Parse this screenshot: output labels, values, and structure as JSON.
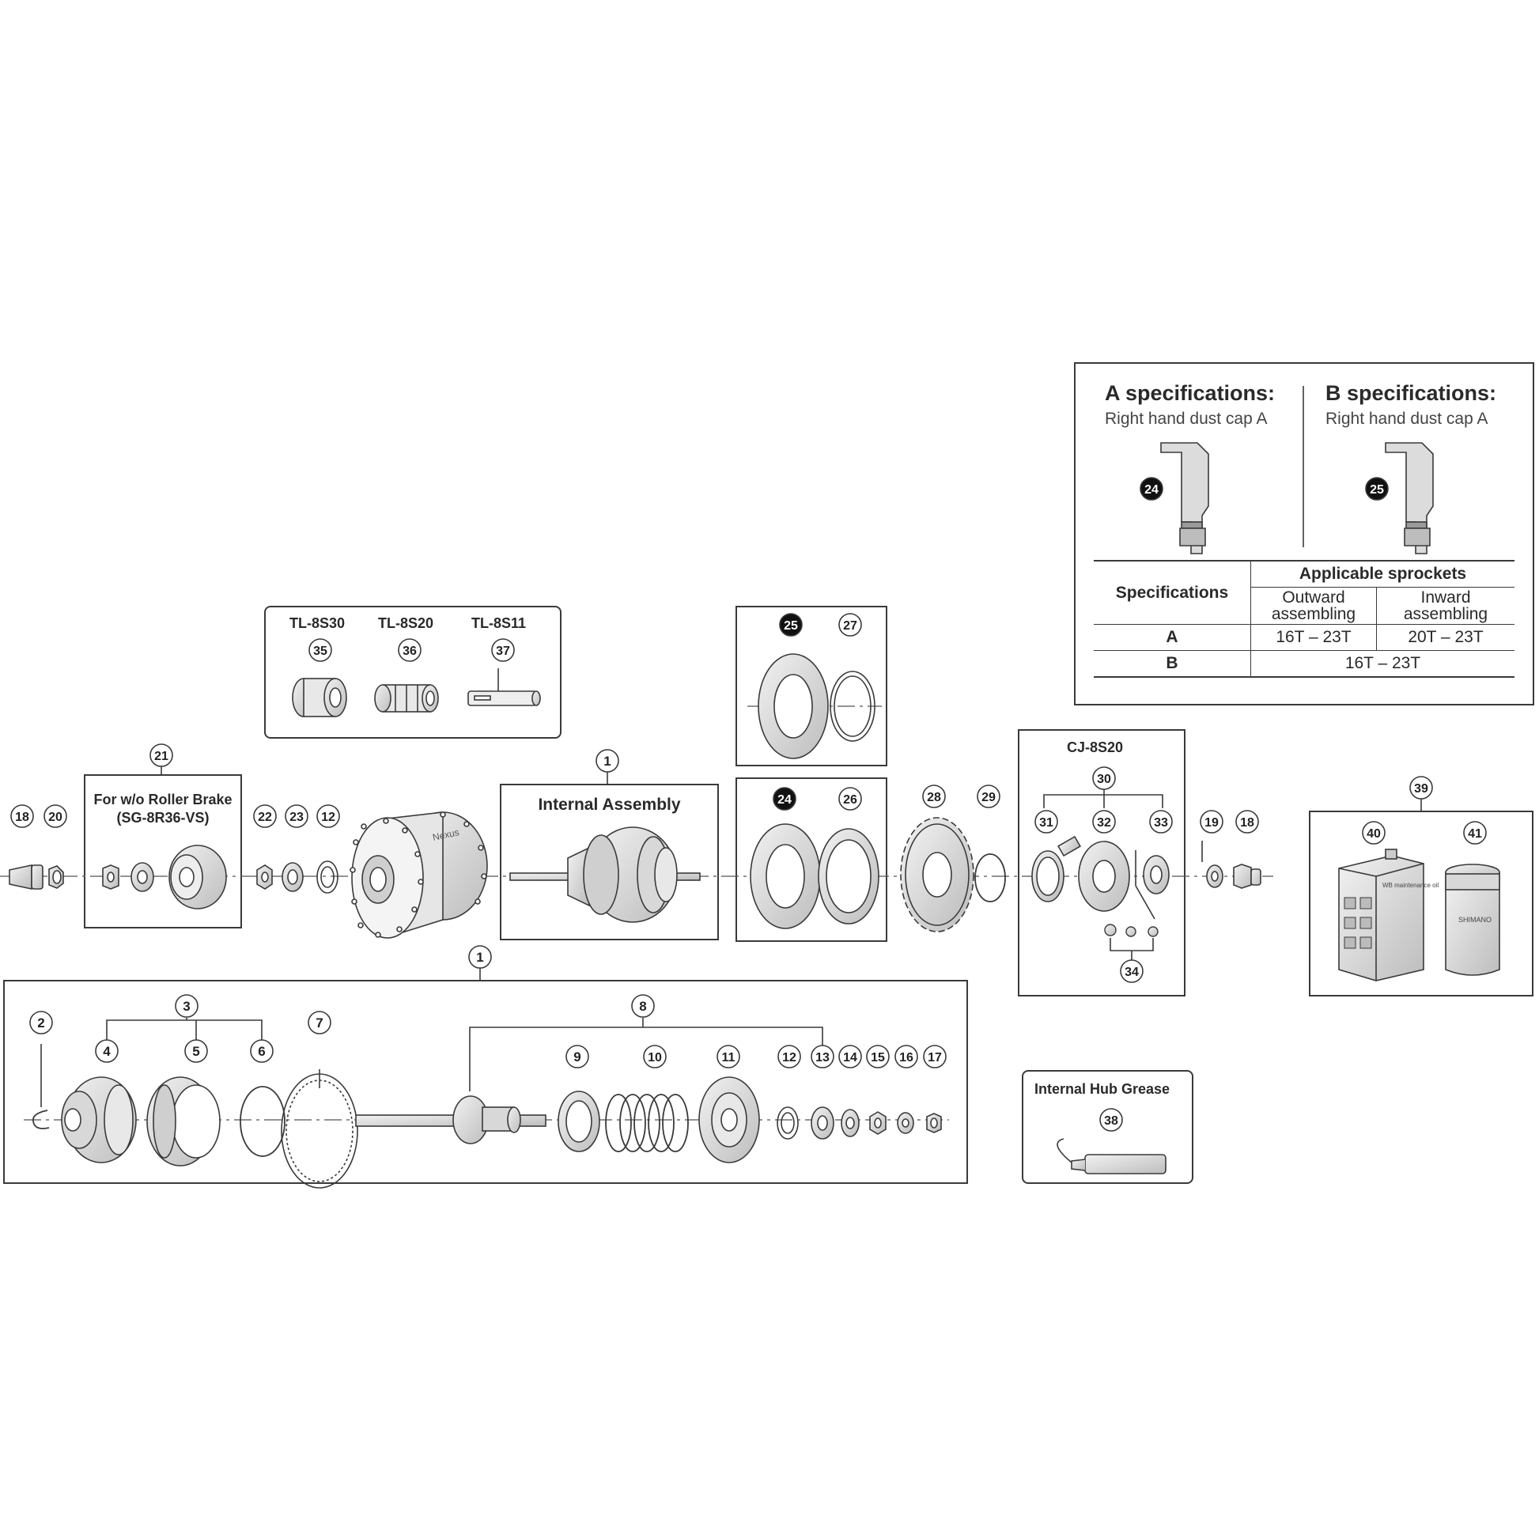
{
  "labels": {
    "roller_brake_line1": "For w/o Roller Brake",
    "roller_brake_line2": "(SG-8R36-VS)",
    "internal_assembly": "Internal Assembly",
    "tool_35": "TL-8S30",
    "tool_36": "TL-8S20",
    "tool_37": "TL-8S11",
    "chain_case": "CJ-8S20",
    "grease": "Internal Hub Grease",
    "hub_logo": "Nexus",
    "oil_can_label": "WB maintenance oil",
    "jar_label": "SHIMANO"
  },
  "specs": {
    "a_title": "A specifications:",
    "a_sub": "Right hand dust cap A",
    "b_title": "B specifications:",
    "b_sub": "Right hand dust cap A",
    "a_part": "24",
    "b_part": "25"
  },
  "spec_table": {
    "col_spec": "Specifications",
    "col_sprockets": "Applicable sprockets",
    "col_outward": "Outward assembling",
    "col_inward": "Inward assembling",
    "rows": [
      {
        "spec": "A",
        "outward": "16T – 23T",
        "inward": "20T – 23T"
      },
      {
        "spec": "B",
        "both": "16T – 23T"
      }
    ]
  },
  "part_numbers": [
    "1",
    "2",
    "3",
    "4",
    "5",
    "6",
    "7",
    "8",
    "9",
    "10",
    "11",
    "12",
    "13",
    "14",
    "15",
    "16",
    "17",
    "18",
    "19",
    "20",
    "21",
    "22",
    "23",
    "24",
    "25",
    "26",
    "27",
    "28",
    "29",
    "30",
    "31",
    "32",
    "33",
    "34",
    "35",
    "36",
    "37",
    "38",
    "39",
    "40",
    "41"
  ],
  "colors": {
    "line": "#3a3a3a",
    "part_fill": "#dcdcdc",
    "part_dark": "#8a8a8a",
    "callout_black": "#111111"
  }
}
